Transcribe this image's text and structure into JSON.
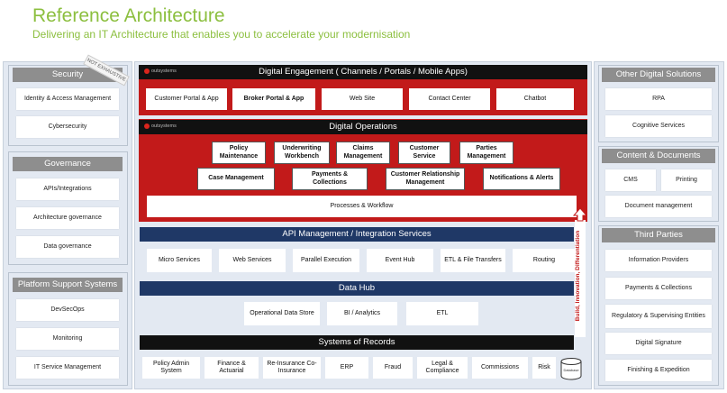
{
  "header": {
    "title": "Reference Architecture",
    "subtitle": "Delivering an IT Architecture that enables you to accelerate your modernisation"
  },
  "stamp": "NOT EXHAUSTIVE",
  "logo_text": "outsystems",
  "left": {
    "security": {
      "title": "Security",
      "items": [
        "Identity & Access Management",
        "Cybersecurity"
      ]
    },
    "governance": {
      "title": "Governance",
      "items": [
        "APIs/Integrations",
        "Architecture governance",
        "Data governance"
      ]
    },
    "platform": {
      "title": "Platform Support Systems",
      "items": [
        "DevSecOps",
        "Monitoring",
        "IT Service Management"
      ]
    }
  },
  "right": {
    "other": {
      "title": "Other Digital Solutions",
      "items": [
        "RPA",
        "Cognitive Services"
      ]
    },
    "content": {
      "title": "Content & Documents",
      "items": [
        "CMS",
        "Printing",
        "Document management"
      ]
    },
    "third": {
      "title": "Third Parties",
      "items": [
        "Information Providers",
        "Payments & Collections",
        "Regulatory & Supervising Entities",
        "Digital Signature",
        "Finishing & Expedition"
      ]
    }
  },
  "center": {
    "engagement": {
      "title": "Digital Engagement ( Channels / Portals / Mobile Apps)",
      "items": [
        "Customer Portal & App",
        "Broker Portal & App",
        "Web Site",
        "Contact Center",
        "Chatbot"
      ]
    },
    "operations": {
      "title": "Digital  Operations",
      "row1": [
        "Policy Maintenance",
        "Underwriting Workbench",
        "Claims Management",
        "Customer Service",
        "Parties Management"
      ],
      "row2": [
        "Case Management",
        "Payments & Collections",
        "Customer Relationship Management",
        "Notifications & Alerts"
      ],
      "processes": "Processes & Workflow"
    },
    "api": {
      "title": "API Management / Integration Services",
      "items": [
        "Micro Services",
        "Web  Services",
        "Parallel Execution",
        "Event Hub",
        "ETL &  File Transfers",
        "Routing"
      ]
    },
    "datahub": {
      "title": "Data Hub",
      "items": [
        "Operational Data Store",
        "BI / Analytics",
        "ETL"
      ]
    },
    "records": {
      "title": "Systems of Records",
      "items": [
        "Policy Admin System",
        "Finance & Actuarial",
        "Re-Insurance Co-Insurance",
        "ERP",
        "Fraud",
        "Legal & Compliance",
        "Commissions",
        "Risk"
      ],
      "database": "Database"
    }
  },
  "vertical_label": "Build, Innovation, Differentiation",
  "colors": {
    "accent_green": "#8cbf3f",
    "red": "#c21a1a",
    "navy": "#1f3866",
    "gray_header": "#8e8e8e",
    "panel_bg": "#e3e9f2"
  }
}
